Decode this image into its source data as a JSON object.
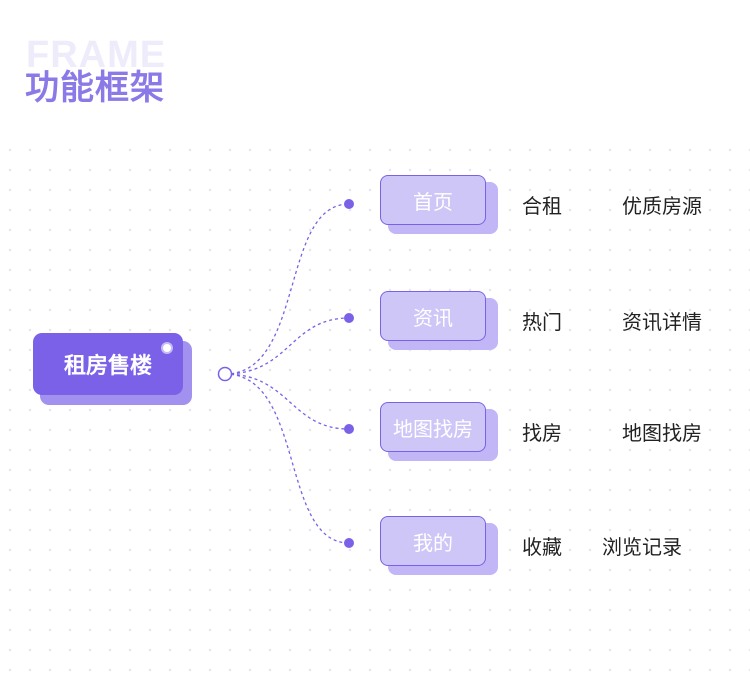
{
  "header": {
    "bg_word": "FRAME",
    "title": "功能框架"
  },
  "root": {
    "label": "租房售楼"
  },
  "branches": [
    {
      "label": "首页",
      "children": [
        "合租",
        "优质房源"
      ]
    },
    {
      "label": "资讯",
      "children": [
        "热门",
        "资讯详情"
      ]
    },
    {
      "label": "地图找房",
      "children": [
        "找房",
        "地图找房"
      ]
    },
    {
      "label": "我的",
      "children": [
        "收藏",
        "浏览记录"
      ]
    }
  ],
  "colors": {
    "accent": "#7b61e8",
    "title": "#8a79e6",
    "node_fill": "#cfc6f8"
  }
}
